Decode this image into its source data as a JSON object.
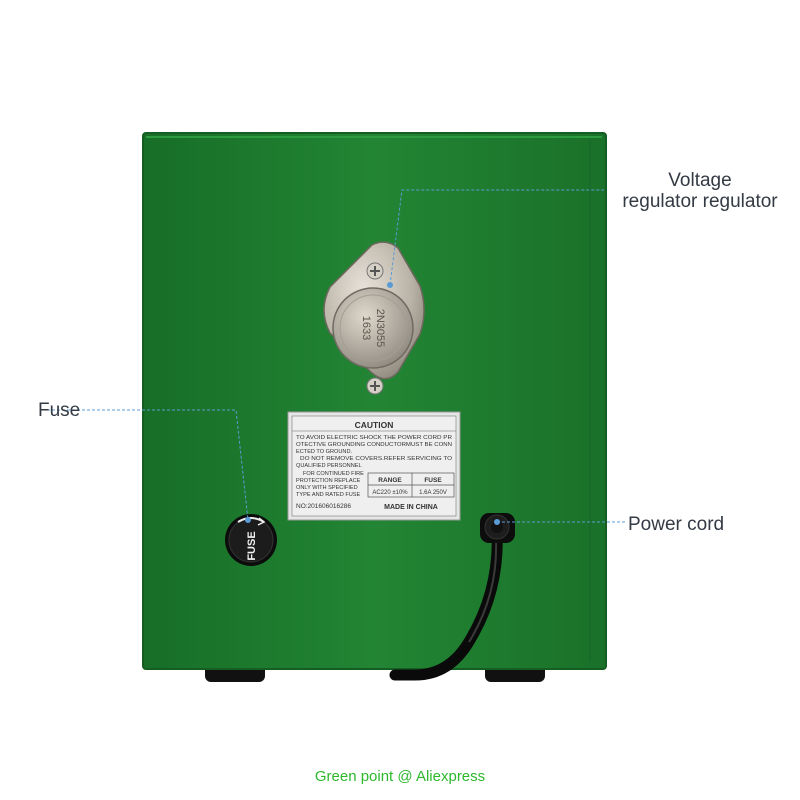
{
  "callouts": {
    "voltage_line1": "Voltage",
    "voltage_line2": "regulator regulator",
    "fuse": "Fuse",
    "power_cord": "Power cord"
  },
  "caution_plate": {
    "heading": "CAUTION",
    "lines": [
      "TO AVOID ELECTRIC SHOCK THE POWER CORD PR",
      "OTECTIVE GROUNDING CONDUCTORMUST BE CONN",
      "ECTED TO GROUND.",
      "DO NOT REMOVE COVERS.REFER SERVICING TO",
      "QUALIFIED PERSONNEL",
      "FOR CONTINUED FIRE",
      "PROTECTION REPLACE",
      "ONLY WITH SPECIFIED",
      "TYPE AND RATED FUSE"
    ],
    "serial": "NO:201606016286",
    "range_header": "RANGE",
    "fuse_header": "FUSE",
    "range_value": "AC220 ±10%",
    "fuse_value": "1.6A 250V",
    "made_in": "MADE IN CHINA"
  },
  "transistor": {
    "line1": "2N3055",
    "line2": "1633"
  },
  "fuse_cap_text": "FUSE",
  "watermark": "Green point @ Aliexpress",
  "colors": {
    "case_green": "#1f7a2e",
    "case_edge": "#155d21",
    "callout_line": "#5b9bd5",
    "watermark": "#2db82d"
  }
}
